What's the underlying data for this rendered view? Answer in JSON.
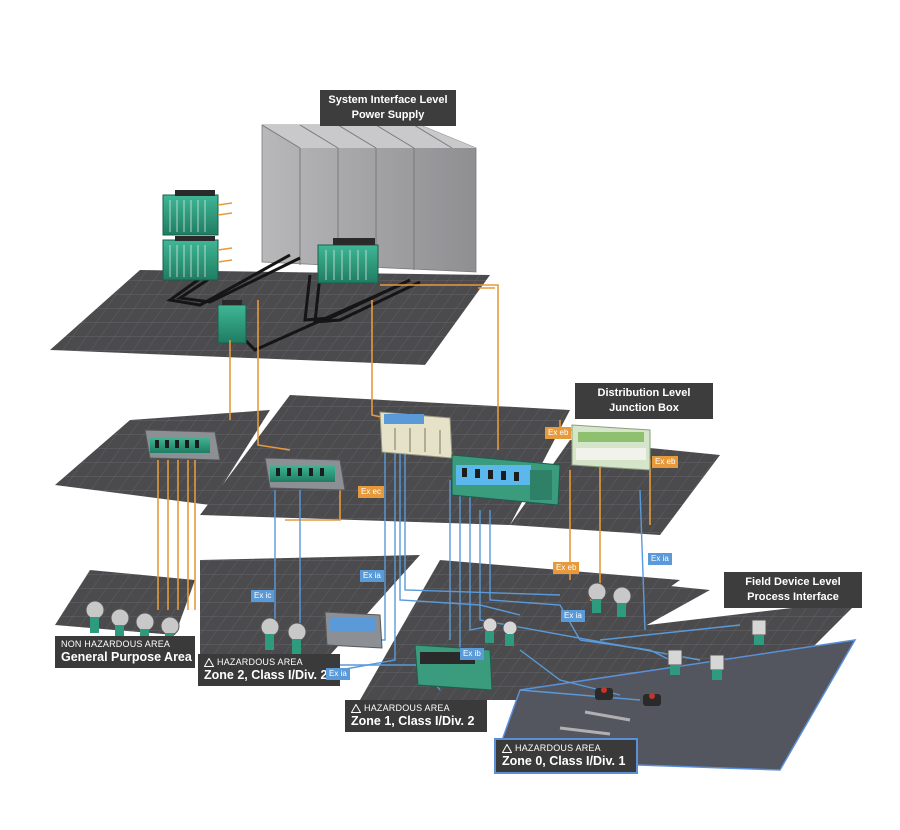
{
  "levels": {
    "system": {
      "line1": "System Interface Level",
      "line2": "Power Supply"
    },
    "distribution": {
      "line1": "Distribution Level",
      "line2": "Junction Box"
    },
    "field": {
      "line1": "Field Device Level",
      "line2": "Process Interface"
    }
  },
  "zones": [
    {
      "sub": "NON HAZARDOUS AREA",
      "main": "General Purpose Area",
      "ex": false
    },
    {
      "sub": "HAZARDOUS AREA",
      "main": "Zone 2, Class I/Div. 2",
      "ex": true
    },
    {
      "sub": "HAZARDOUS AREA",
      "main": "Zone 1, Class I/Div. 2",
      "ex": true
    },
    {
      "sub": "HAZARDOUS AREA",
      "main": "Zone 0, Class I/Div. 1",
      "ex": true
    }
  ],
  "ex_tags": [
    {
      "text": "Ex eb",
      "style": "orange"
    },
    {
      "text": "Ex eb",
      "style": "orange"
    },
    {
      "text": "Ex ec",
      "style": "orange"
    },
    {
      "text": "Ex eb",
      "style": "orange"
    },
    {
      "text": "Ex ic",
      "style": "blue"
    },
    {
      "text": "Ex ia",
      "style": "blue"
    },
    {
      "text": "Ex ia",
      "style": "blue"
    },
    {
      "text": "Ex ia",
      "style": "blue"
    },
    {
      "text": "Ex ib",
      "style": "blue"
    },
    {
      "text": "Ex ia",
      "style": "blue"
    }
  ],
  "colors": {
    "platform": "#4a4a4c",
    "grid": "#6b6b6e",
    "cabinet": "#a9a9ab",
    "orange_wire": "#e69a3c",
    "blue_wire": "#5a9ad8",
    "black_wire": "#1a1a1a",
    "module_green": "#2e9a7e",
    "label_bg": "#3d3d3d"
  }
}
